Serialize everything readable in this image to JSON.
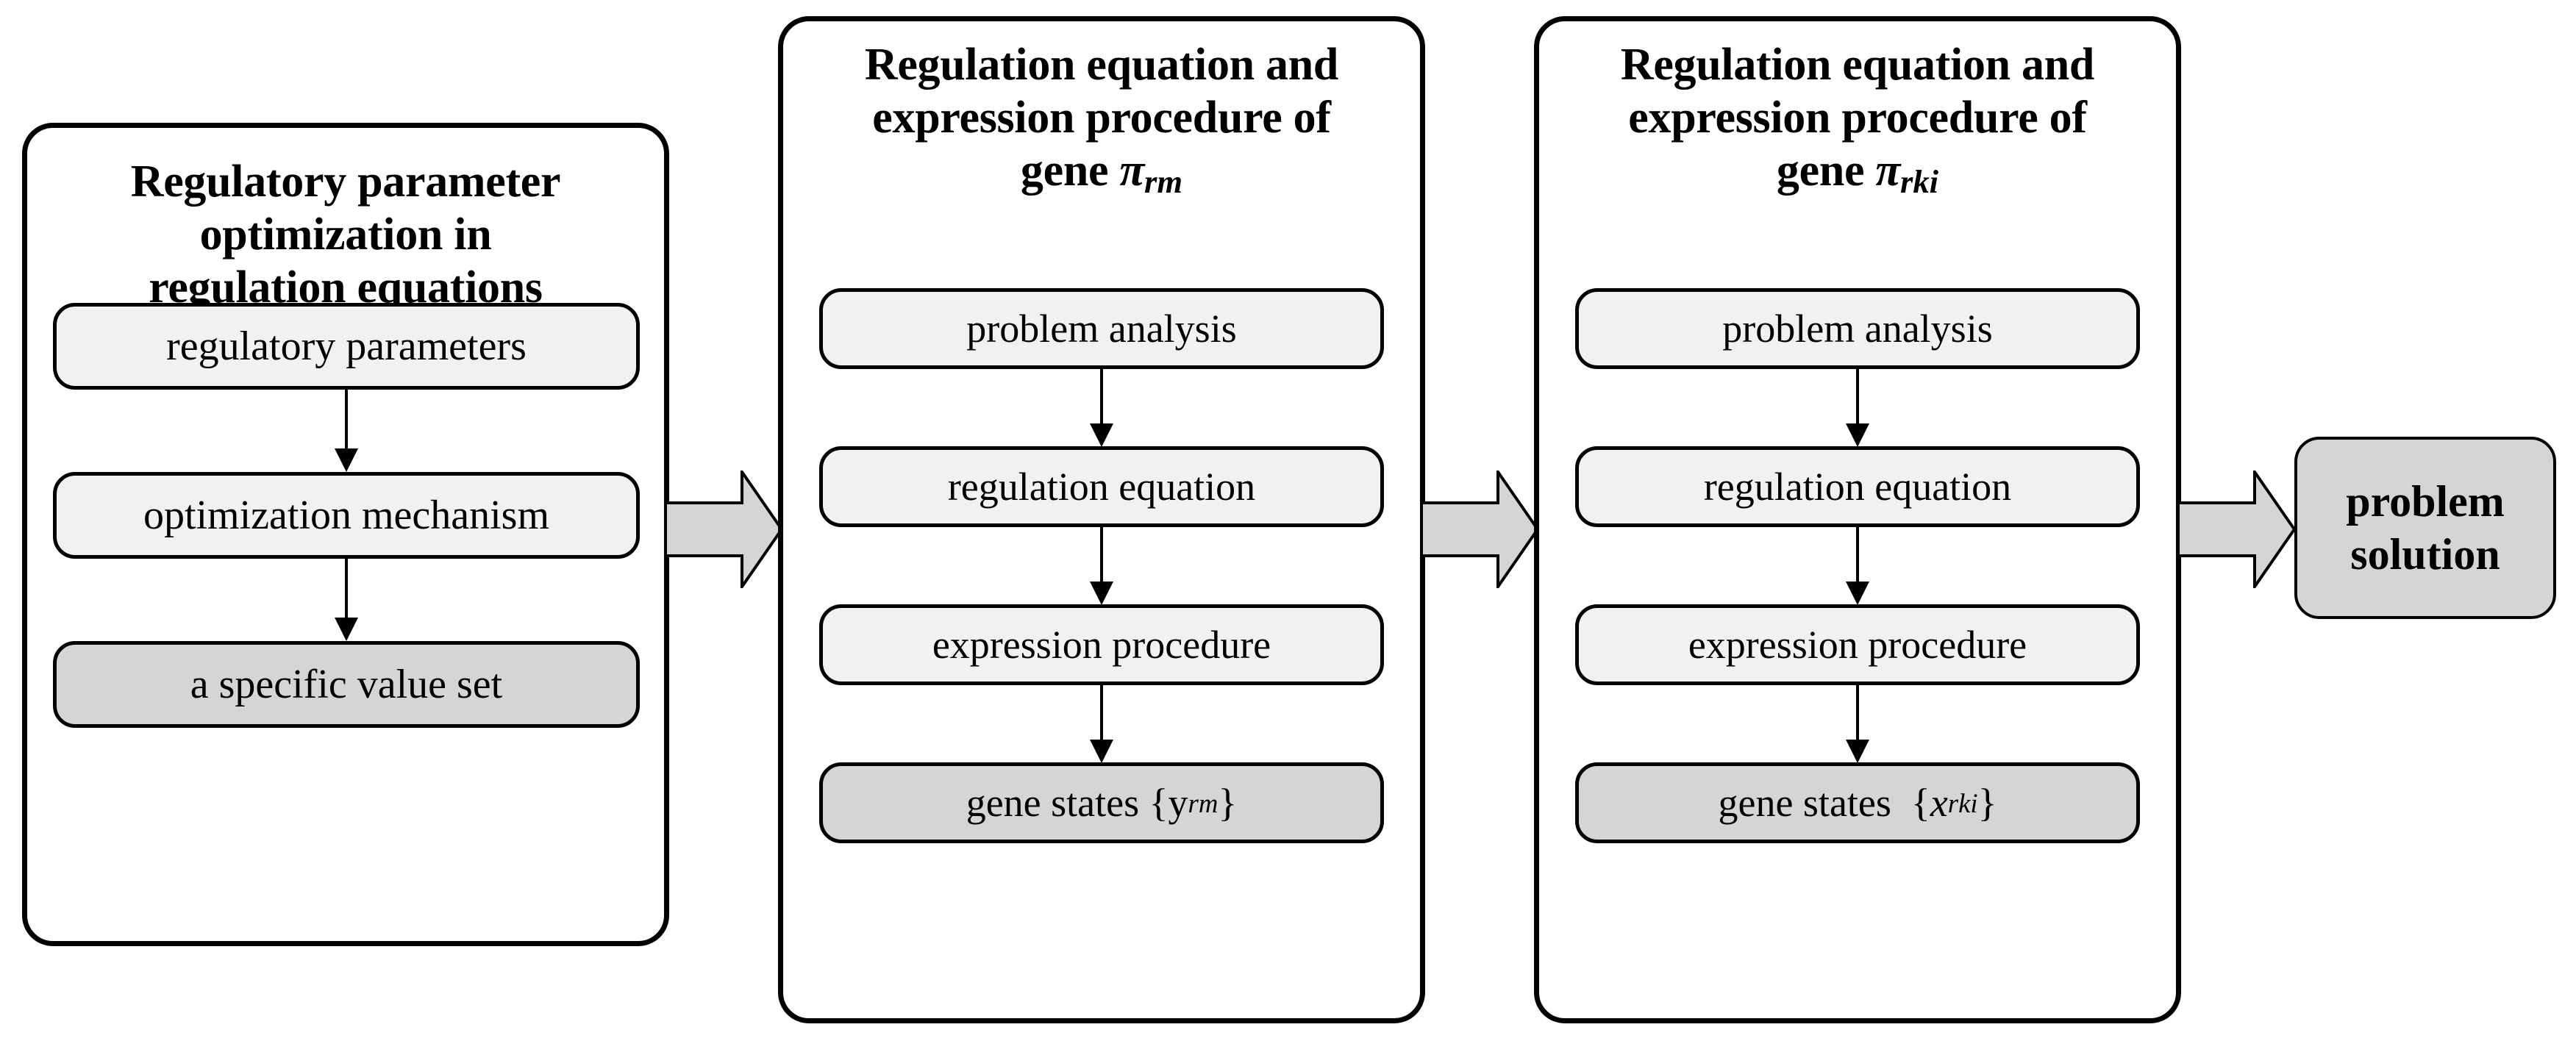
{
  "figure": {
    "type": "flow-diagram",
    "background_color": "#ffffff",
    "box_fill_light": "#f1f1f1",
    "box_fill_shaded": "#d5d5d5",
    "arrow_fill": "#d5d5d5",
    "stroke_color": "#000000"
  },
  "panels": [
    {
      "id": "panel-1",
      "title_lines": [
        "Regulatory parameter",
        "optimization in",
        "regulation equations"
      ],
      "nodes": [
        {
          "label": "regulatory parameters",
          "shaded": false
        },
        {
          "label": "optimization mechanism",
          "shaded": false
        },
        {
          "label": "a specific value set",
          "shaded": true
        }
      ]
    },
    {
      "id": "panel-2",
      "title_lines": [
        "Regulation equation and",
        "expression procedure of",
        "gene πrm"
      ],
      "title_gene_prefix": "gene ",
      "title_gene_symbol": "π",
      "title_gene_subscript": "rm",
      "nodes": [
        {
          "label": "problem analysis",
          "shaded": false
        },
        {
          "label": "regulation equation",
          "shaded": false
        },
        {
          "label": "expression procedure",
          "shaded": false
        },
        {
          "label": "gene states {y",
          "shaded": true,
          "subscript": "rm",
          "suffix": "}"
        }
      ]
    },
    {
      "id": "panel-3",
      "title_lines": [
        "Regulation equation and",
        "expression procedure of",
        "gene πrki"
      ],
      "title_gene_prefix": "gene ",
      "title_gene_symbol": "π",
      "title_gene_subscript": "rki",
      "nodes": [
        {
          "label": "problem analysis",
          "shaded": false
        },
        {
          "label": "regulation equation",
          "shaded": false
        },
        {
          "label": "expression procedure",
          "shaded": false
        },
        {
          "label": "gene states  {",
          "shaded": true,
          "italic_var": "x",
          "subscript": "rki",
          "suffix": "}"
        }
      ]
    }
  ],
  "solution": {
    "lines": [
      "problem",
      "solution"
    ]
  },
  "connectors": {
    "block_arrow_name": "stage-transition-arrow",
    "vertical_arrow_name": "step-arrow"
  }
}
